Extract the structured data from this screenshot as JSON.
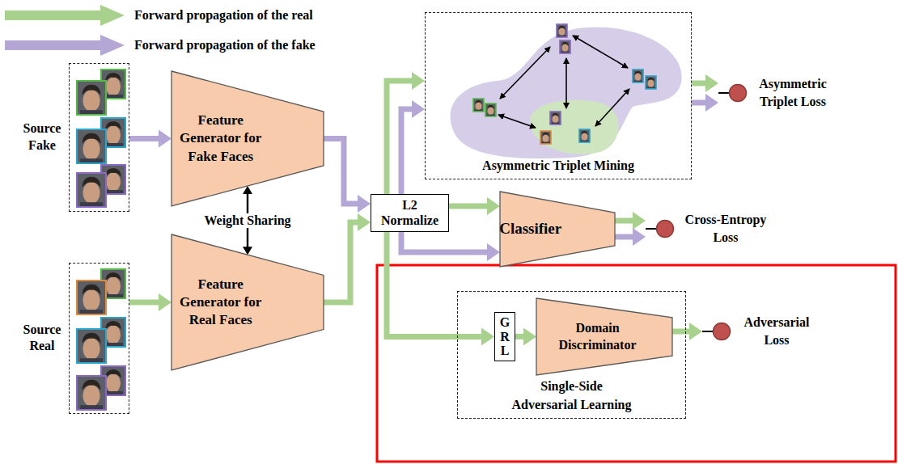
{
  "diagram": {
    "nodes": [
      {
        "text": [
          "Source Fake"
        ]
      },
      {
        "text": [
          "Source Real"
        ]
      },
      {
        "text": [
          "Feature Generator for Fake Faces"
        ]
      },
      {
        "text": [
          "Feature Generator for Real Faces"
        ]
      },
      {
        "text": [
          "L2 Normalize"
        ]
      },
      {
        "text": [
          "Asymmetric Triplet Mining"
        ]
      },
      {
        "text": [
          "Asymmetric Triplet Loss"
        ]
      },
      {
        "text": [
          "Classifier"
        ]
      },
      {
        "text": [
          "Cross-Entropy Loss"
        ]
      },
      {
        "text": [
          "Single-Side Adversarial Learning"
        ]
      },
      {
        "text": [
          "GRL"
        ],
        "in": 9
      },
      {
        "text": [
          "Domain Discriminator"
        ],
        "in": 9
      },
      {
        "text": [
          "Adversarial Loss"
        ]
      }
    ],
    "edges": [
      {
        "from": 0,
        "to": 2,
        "arrow": "to"
      },
      {
        "from": 1,
        "to": 3,
        "arrow": "to"
      },
      {
        "from": 2,
        "to": 3,
        "label": "Weight Sharing",
        "arrow": "both"
      },
      {
        "from": 2,
        "to": 4,
        "arrow": "to"
      },
      {
        "from": 3,
        "to": 4,
        "arrow": "to"
      },
      {
        "from": 4,
        "to": 5,
        "arrow": "to"
      },
      {
        "from": 4,
        "to": 5,
        "arrow": "to"
      },
      {
        "from": 5,
        "to": 6,
        "arrow": "to"
      },
      {
        "from": 5,
        "to": 6,
        "arrow": "to"
      },
      {
        "from": 4,
        "to": 7,
        "arrow": "to"
      },
      {
        "from": 4,
        "to": 7,
        "arrow": "to"
      },
      {
        "from": 7,
        "to": 8,
        "arrow": "to"
      },
      {
        "from": 7,
        "to": 8,
        "arrow": "to"
      },
      {
        "from": 4,
        "to": 10,
        "arrow": "to"
      },
      {
        "from": 10,
        "to": 11,
        "arrow": "to"
      },
      {
        "from": 11,
        "to": 12,
        "arrow": "to"
      }
    ],
    "legend": [
      {
        "text": "Forward propagation of the real"
      },
      {
        "text": "Forward propagation of the fake"
      }
    ]
  }
}
